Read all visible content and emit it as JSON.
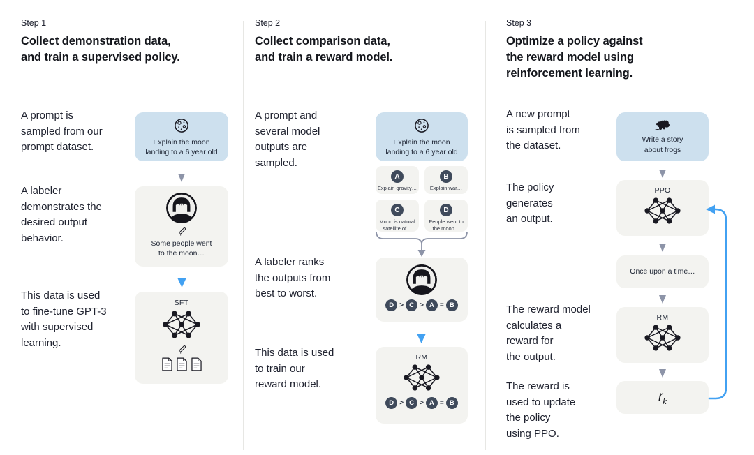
{
  "colors": {
    "background": "#ffffff",
    "prompt_box_blue": "#cde0ee",
    "panel_gray": "#f3f3f0",
    "badge_navy": "#3f4a5b",
    "arrow_gray": "#8d94a8",
    "accent_blue": "#42a1f2",
    "text_dark": "#202330",
    "divider": "#e7e7e4"
  },
  "columns": [
    {
      "step_label": "Step 1",
      "title": "Collect demonstration data,\nand train a supervised policy.",
      "captions": {
        "c1": "A prompt is\nsampled from our\nprompt dataset.",
        "c2": "A labeler\ndemonstrates the\ndesired output\nbehavior.",
        "c3": "This data is used\nto fine-tune GPT-3\nwith supervised\nlearning."
      },
      "prompt_box": {
        "icon": "moon-icon",
        "text": "Explain the moon\nlanding to a 6 year old"
      },
      "labeler_box": {
        "icon": "labeler-avatar-icon pencil-icon",
        "text": "Some people went\nto the moon…"
      },
      "model_box": {
        "label": "SFT",
        "icons": "network-icon pencil-icon document-icon"
      }
    },
    {
      "step_label": "Step 2",
      "title": "Collect comparison data,\nand train a reward model.",
      "captions": {
        "c1": "A prompt and\nseveral model\noutputs are\nsampled.",
        "c2": "A labeler ranks\nthe outputs from\nbest to worst.",
        "c3": "This data is used\nto train our\nreward model."
      },
      "prompt_box": {
        "icon": "moon-icon",
        "text": "Explain the moon\nlanding to a 6 year old"
      },
      "outputs": [
        {
          "letter": "A",
          "text": "Explain gravity…"
        },
        {
          "letter": "B",
          "text": "Explain war…"
        },
        {
          "letter": "C",
          "text": "Moon is natural\nsatellite of…"
        },
        {
          "letter": "D",
          "text": "People went to\nthe moon…"
        }
      ],
      "ranking": {
        "items": [
          "D",
          ">",
          "C",
          ">",
          "A",
          "=",
          "B"
        ]
      },
      "model_box": {
        "label": "RM",
        "icons": "network-icon"
      }
    },
    {
      "step_label": "Step 3",
      "title": "Optimize a policy against\nthe reward model using\nreinforcement learning.",
      "captions": {
        "c1": "A new prompt\nis sampled from\nthe dataset.",
        "c2": "The policy\ngenerates\nan output.",
        "c3": "The reward model\ncalculates a\nreward for\nthe output.",
        "c4": "The reward is\nused to update\nthe policy\nusing PPO."
      },
      "prompt_box": {
        "icon": "frog-icon",
        "text": "Write a story\nabout frogs"
      },
      "policy_box": {
        "label": "PPO",
        "icons": "network-icon"
      },
      "output_box": {
        "text": "Once upon a time…"
      },
      "reward_model_box": {
        "label": "RM",
        "icons": "network-icon"
      },
      "reward_box": {
        "base": "r",
        "sub": "k"
      }
    }
  ]
}
